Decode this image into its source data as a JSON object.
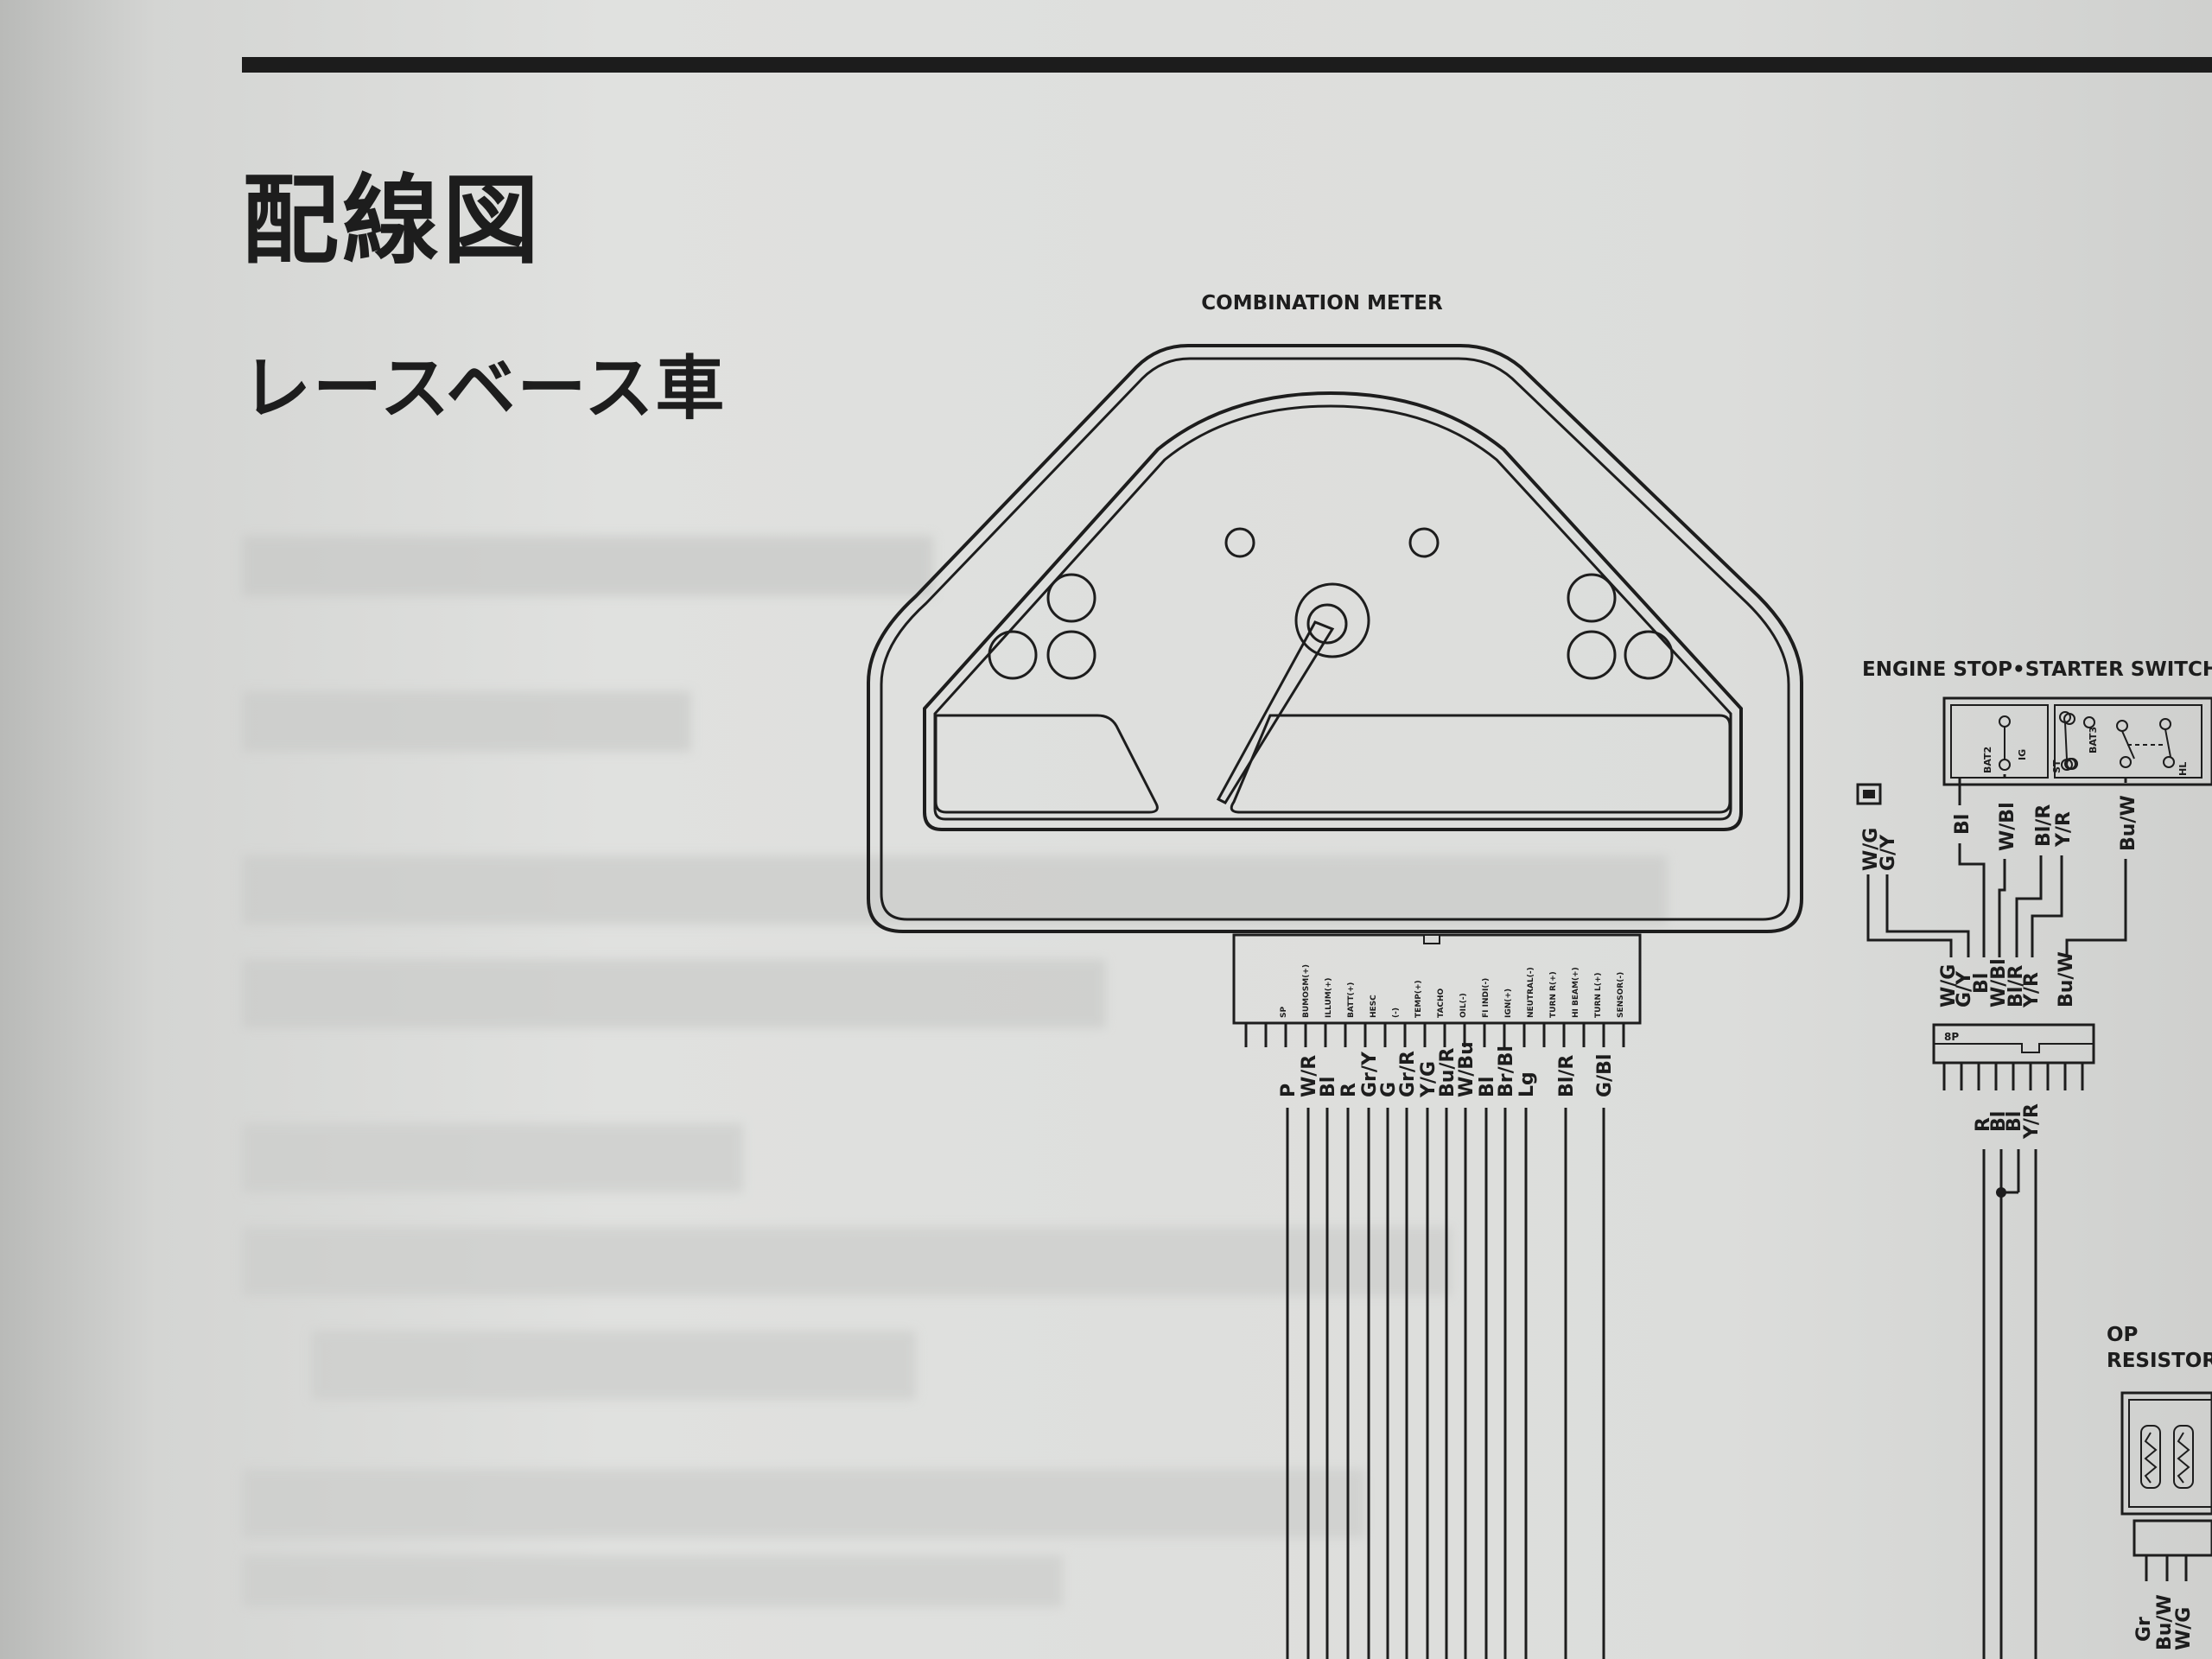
{
  "title": "配線図",
  "subtitle": "レースベース車",
  "meter": {
    "label": "COMBINATION METER",
    "connector_pins": [
      "SP",
      "BUMOSM(+)",
      "ILLUM(+)",
      "BATT(+)",
      "HESC",
      "(-)",
      "TEMP(+)",
      "TACHO",
      "OIL(-)",
      "FI INDI(-)",
      "IGN(+)",
      "NEUTRAL(-)",
      "TURN R(+)",
      "HI BEAM(+)",
      "TURN L(+)",
      "SENSOR(-)"
    ],
    "wire_colors": [
      "P",
      "W/R",
      "Bl",
      "R",
      "Gr/Y",
      "G",
      "Gr/R",
      "Y/G",
      "Bu/R",
      "W/Bu",
      "Bl",
      "Br/Bl",
      "Lg",
      "Bl/R",
      "G/Bl"
    ]
  },
  "switch": {
    "label": "ENGINE STOP•STARTER SWITCH",
    "inner_labels": [
      "BAT2",
      "IG",
      "ST",
      "BAT3",
      "HL"
    ],
    "wire_colors_top": [
      "W/G",
      "G/Y",
      "Bl",
      "W/Bl",
      "Bl/R",
      "Y/R",
      "Bu/W"
    ],
    "wire_colors_mid": [
      "W/G",
      "G/Y",
      "Bl",
      "W/Bl",
      "Bl/R",
      "Y/R",
      "Bu/W"
    ],
    "connector_label": "8P",
    "wire_colors_bottom": [
      "R",
      "Bl",
      "Bl",
      "Y/R"
    ]
  },
  "resistor": {
    "label_line1": "OP",
    "label_line2": "RESISTOR",
    "wire_colors": [
      "Gr",
      "Bu/W",
      "W/G"
    ]
  }
}
